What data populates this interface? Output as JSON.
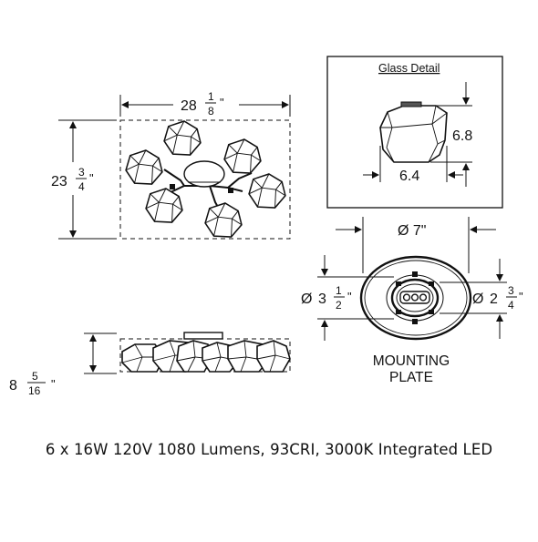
{
  "top_view": {
    "width_whole": "28",
    "width_num": "1",
    "width_den": "8",
    "width_unit": "\"",
    "height_whole": "23",
    "height_num": "3",
    "height_den": "4",
    "height_unit": "\""
  },
  "side_view": {
    "height_whole": "8",
    "height_num": "5",
    "height_den": "16",
    "height_unit": "\""
  },
  "glass_detail": {
    "title": "Glass Detail",
    "height": "6.8",
    "width": "6.4"
  },
  "mounting_plate": {
    "outer_diameter": "Ø 7\"",
    "inner_left_symbol": "Ø",
    "inner_left_whole": "3",
    "inner_left_num": "1",
    "inner_left_den": "2",
    "inner_left_unit": "\"",
    "inner_right_symbol": "Ø",
    "inner_right_whole": "2",
    "inner_right_num": "3",
    "inner_right_den": "4",
    "inner_right_unit": "\"",
    "label_line1": "MOUNTING",
    "label_line2": "PLATE"
  },
  "caption": "6 x 16W 120V 1080 Lumens, 93CRI, 3000K Integrated LED"
}
